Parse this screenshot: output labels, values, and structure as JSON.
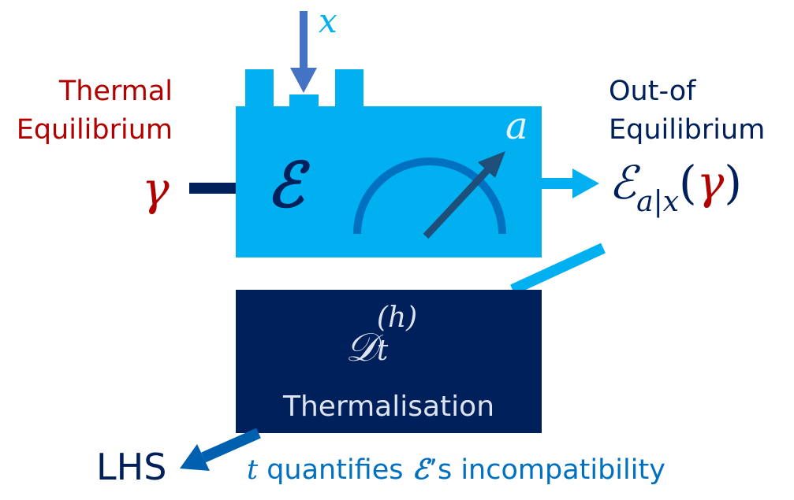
{
  "input": {
    "label_line1": "Thermal",
    "label_line2": "Equilibrium",
    "symbol": "γ"
  },
  "setting": {
    "symbol": "x"
  },
  "device": {
    "symbol": "ℰ",
    "outcome_symbol": "a"
  },
  "output": {
    "label_line1": "Out-of",
    "label_line2": "Equilibrium",
    "expr_main": "ℰ",
    "expr_sub": "a|x",
    "expr_open": "(",
    "expr_gamma": "γ",
    "expr_close": ")"
  },
  "thermal_box": {
    "symbol_main": "𝒟",
    "symbol_sub": "t",
    "symbol_sup": "(h)",
    "label": "Thermalisation"
  },
  "result": {
    "label": "LHS"
  },
  "caption": {
    "t": "t",
    "part1": " quantifies ",
    "eps": "ℰ",
    "part2": "’s incompatibility"
  },
  "colors": {
    "red": "#b00000",
    "navy": "#00205b",
    "light_blue": "#00b0f0",
    "mid_blue": "#4472c4",
    "dark_blue": "#0060b0",
    "dial_blue": "#0070c0",
    "caption_blue": "#0070c0",
    "pale_text": "#dde4f0"
  }
}
